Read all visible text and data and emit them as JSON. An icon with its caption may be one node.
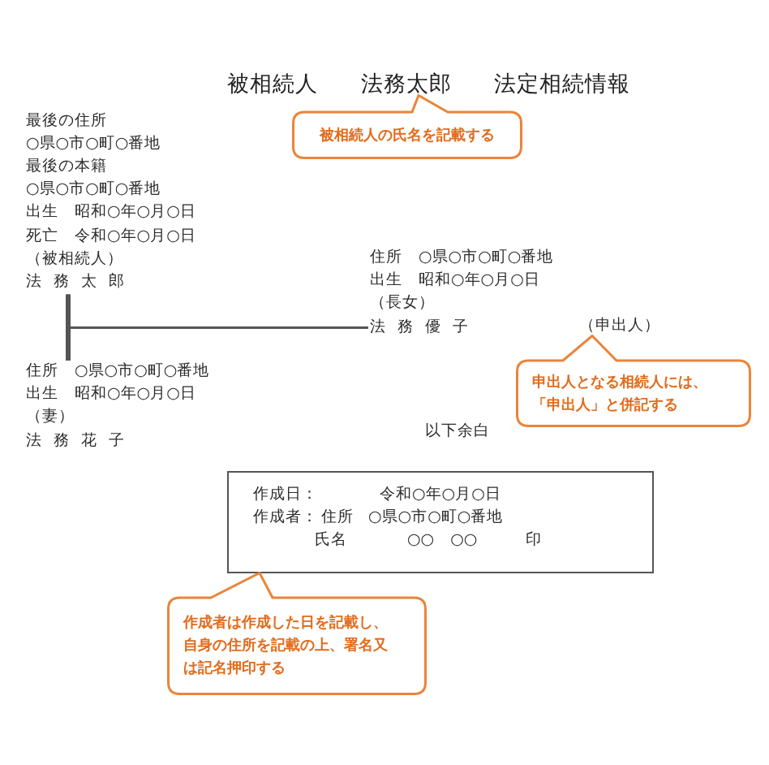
{
  "diagram": {
    "title": "被相続人 法務太郎 法定相続情報",
    "nodes": [
      {
        "text": [
          "最後の住所",
          "○県○市○町○番地",
          "最後の本籍",
          "○県○市○町○番地",
          "出生　昭和○年○月○日",
          "死亡　令和○年○月○日",
          "（被相続人）",
          "法 務 太 郎"
        ]
      },
      {
        "text": [
          "被相続人の氏名を記載する"
        ]
      },
      {
        "text": [
          "住所　○県○市○町○番地",
          "出生　昭和○年○月○日",
          "（長女）",
          "法 務 優 子"
        ]
      },
      {
        "text": [
          "申出人となる相続人には、「申出人」と併記する"
        ]
      },
      {
        "text": [
          "住所　○県○市○町○番地",
          "出生　昭和○年○月○日",
          "（妻）",
          "法 務 花 子"
        ]
      },
      {
        "text": [
          "作成日：",
          "令和○年○月○日",
          "作成者：",
          "住所",
          "○県○市○町○番地",
          "氏名",
          "○○　○○",
          "印"
        ]
      },
      {
        "text": [
          "作成者は作成した日を記載し、自身の住所を記載の上、署名又は記名押印する"
        ]
      }
    ],
    "edges": [
      {
        "from": 0,
        "to": 4,
        "arrow": "none",
        "style": "thick"
      },
      {
        "from": 0,
        "to": 2,
        "arrow": "none"
      },
      {
        "from": 4,
        "to": 2,
        "arrow": "none"
      }
    ],
    "labels": [
      "（申出人）",
      "以下余白"
    ]
  }
}
